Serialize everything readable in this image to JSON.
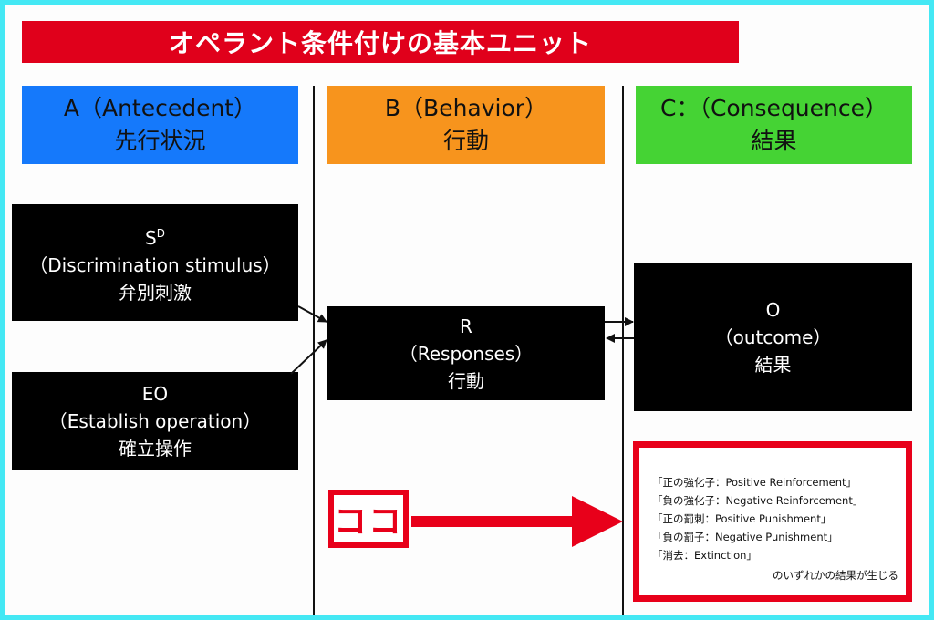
{
  "title": "オペラント条件付けの基本ユニット",
  "columns": {
    "a": {
      "label": "A（Antecedent）",
      "sub": "先行状況",
      "color": "#1579fb"
    },
    "b": {
      "label": "B（Behavior）",
      "sub": "行動",
      "color": "#f7941d"
    },
    "c": {
      "label": "C：（Consequence）",
      "sub": "結果",
      "color": "#45d334"
    }
  },
  "boxes": {
    "sd": {
      "symbol": "S",
      "superscript": "D",
      "english": "（Discrimination stimulus）",
      "japanese": "弁別刺激"
    },
    "eo": {
      "symbol": "EO",
      "english": "（Establish operation）",
      "japanese": "確立操作"
    },
    "r": {
      "symbol": "R",
      "english": "（Responses）",
      "japanese": "行動"
    },
    "o": {
      "symbol": "O",
      "english": "（outcome）",
      "japanese": "結果"
    }
  },
  "koko_label": "ココ",
  "consequences": {
    "items": [
      "「正の強化子：Positive Reinforcement」",
      "「負の強化子：Negative Reinforcement」",
      "「正の罰刺：Positive Punishment」",
      "「負の罰子：Negative Punishment」",
      "「消去：Extinction」"
    ],
    "footer": "のいずれかの結果が生じる"
  },
  "colors": {
    "accent_red": "#e8001a",
    "title_red": "#e0001b",
    "frame": "#44e8f4"
  }
}
